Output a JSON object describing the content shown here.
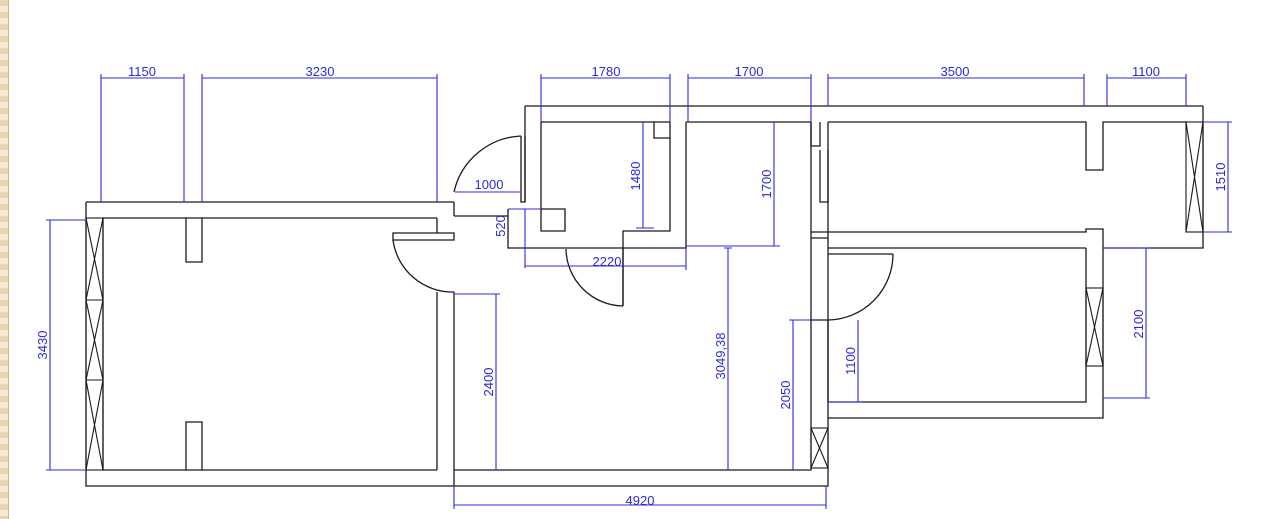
{
  "floor_plan": {
    "dimensions": {
      "top_1150": "1150",
      "top_3230": "3230",
      "top_1780": "1780",
      "top_1700": "1700",
      "top_3500": "3500",
      "top_1100": "1100",
      "door_1000": "1000",
      "small_520": "520",
      "kitchen_1480": "1480",
      "hall_1700": "1700",
      "right_1510": "1510",
      "kitchen_2220": "2220",
      "left_3430": "3430",
      "room_2400": "2400",
      "hall_3049": "3049,38",
      "bath_2050": "2050",
      "bath_1100": "1100",
      "right_2100": "2100",
      "bottom_4920": "4920"
    },
    "colors": {
      "walls": "#1a1a1a",
      "dimensions": "#2b2bd9",
      "background": "#ffffff"
    }
  }
}
